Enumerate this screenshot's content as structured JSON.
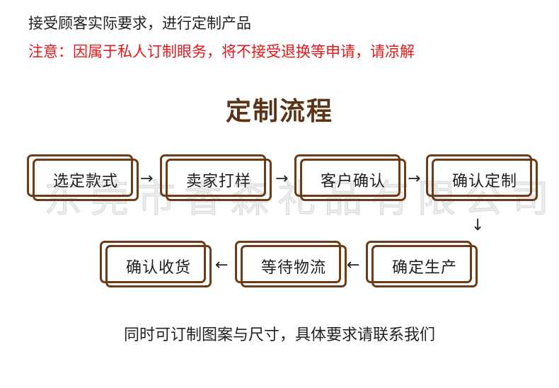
{
  "intro": "接受顾客实际要求，进行定制产品",
  "notice": {
    "label": "注意：",
    "body": "因属于私人订制眼务，将不接受退换等申请，请凉解"
  },
  "title": "定制流程",
  "watermark": "东莞市香森礼品有限公司",
  "steps": [
    {
      "label": "选定款式"
    },
    {
      "label": "卖家打样"
    },
    {
      "label": "客户确认"
    },
    {
      "label": "确认定制"
    },
    {
      "label": "确定生产"
    },
    {
      "label": "等待物流"
    },
    {
      "label": "确认收货"
    }
  ],
  "arrows": {
    "right": "→",
    "left": "←",
    "down": "↓"
  },
  "footer": "同时可订制图案与尺寸，具体要求请联系我们",
  "colors": {
    "title": "#5b3316",
    "box_border": "#6e3b17",
    "notice": "#e3181b"
  }
}
